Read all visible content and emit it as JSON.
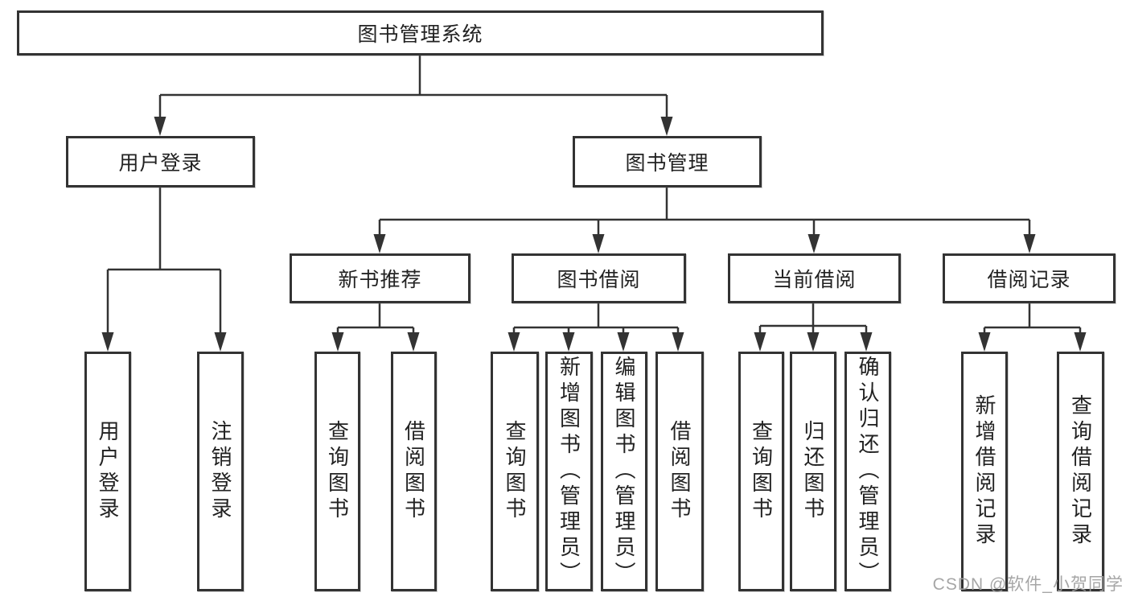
{
  "title": "图书管理系统",
  "colors": {
    "line": "#333333",
    "border": "#333333",
    "text": "#222222",
    "background": "#ffffff",
    "watermark": "#9e9e9e"
  },
  "tree": {
    "label": "图书管理系统",
    "children": [
      {
        "label": "用户登录",
        "children": [
          {
            "label": "用户登录"
          },
          {
            "label": "注销登录"
          }
        ]
      },
      {
        "label": "图书管理",
        "children": [
          {
            "label": "新书推荐",
            "children": [
              {
                "label": "查询图书"
              },
              {
                "label": "借阅图书"
              }
            ]
          },
          {
            "label": "图书借阅",
            "children": [
              {
                "label": "查询图书"
              },
              {
                "label": "新增图书（管理员）"
              },
              {
                "label": "编辑图书（管理员）"
              },
              {
                "label": "借阅图书"
              }
            ]
          },
          {
            "label": "当前借阅",
            "children": [
              {
                "label": "查询图书"
              },
              {
                "label": "归还图书"
              },
              {
                "label": "确认归还（管理员）"
              }
            ]
          },
          {
            "label": "借阅记录",
            "children": [
              {
                "label": "新增借阅记录"
              },
              {
                "label": "查询借阅记录"
              }
            ]
          }
        ]
      }
    ]
  },
  "watermark": "CSDN @软件_小贺同学"
}
